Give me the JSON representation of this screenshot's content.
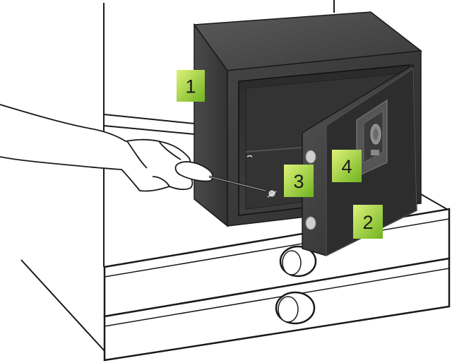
{
  "callouts": [
    {
      "id": "c1",
      "label": "1"
    },
    {
      "id": "c2",
      "label": "2"
    },
    {
      "id": "c3",
      "label": "3"
    },
    {
      "id": "c4",
      "label": "4"
    }
  ],
  "colors": {
    "callout_green_light": "#dff27a",
    "callout_green_dark": "#6fb31f",
    "safe_body": "#3a3a3a",
    "safe_door": "#2f2f2f",
    "line": "#1a1a1a",
    "background": "#ffffff"
  },
  "icons": {
    "hand": "hand-icon",
    "screwdriver": "screwdriver-icon",
    "safe": "safe-icon",
    "keypad": "fingerprint-keypad-icon",
    "drawer_knob": "drawer-knob-icon"
  }
}
